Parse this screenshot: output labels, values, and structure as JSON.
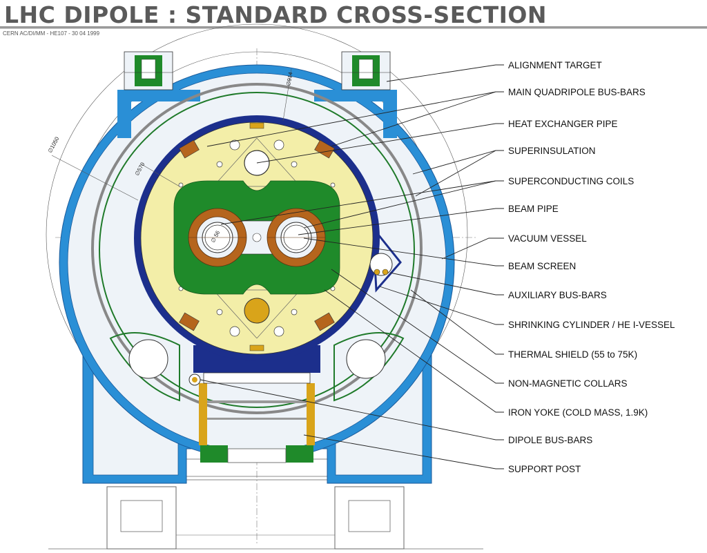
{
  "header": {
    "title": "LHC DIPOLE :  STANDARD CROSS-SECTION",
    "subtitle": "CERN AC/DI/MM - HE107 - 30 04 1999"
  },
  "dimensions": {
    "vacuum_vessel_diameter": "∅1050",
    "thermal_shield_diameter": "∅914",
    "cold_mass_diameter": "∅570",
    "beam_screen_diameter": "∅ 56"
  },
  "labels": [
    "ALIGNMENT TARGET",
    "MAIN QUADRIPOLE BUS-BARS",
    "HEAT EXCHANGER PIPE",
    "SUPERINSULATION",
    "SUPERCONDUCTING COILS",
    "BEAM PIPE",
    "VACUUM VESSEL",
    "BEAM SCREEN",
    "AUXILIARY BUS-BARS",
    "SHRINKING CYLINDER / HE I-VESSEL",
    "THERMAL SHIELD (55 to 75K)",
    "NON-MAGNETIC COLLARS",
    "IRON YOKE (COLD MASS, 1.9K)",
    "DIPOLE BUS-BARS",
    "SUPPORT POST"
  ],
  "colors": {
    "vacuum_vessel": "#2a8fd6",
    "thermal_shield": "#1f7a2a",
    "iron_yoke": "#f3eea8",
    "shrinking_cylinder": "#1c2f8c",
    "collars": "#1f8a2a",
    "coils": "#b5651d",
    "support_post": "#d9a41a",
    "title": "#5a5a5a"
  }
}
